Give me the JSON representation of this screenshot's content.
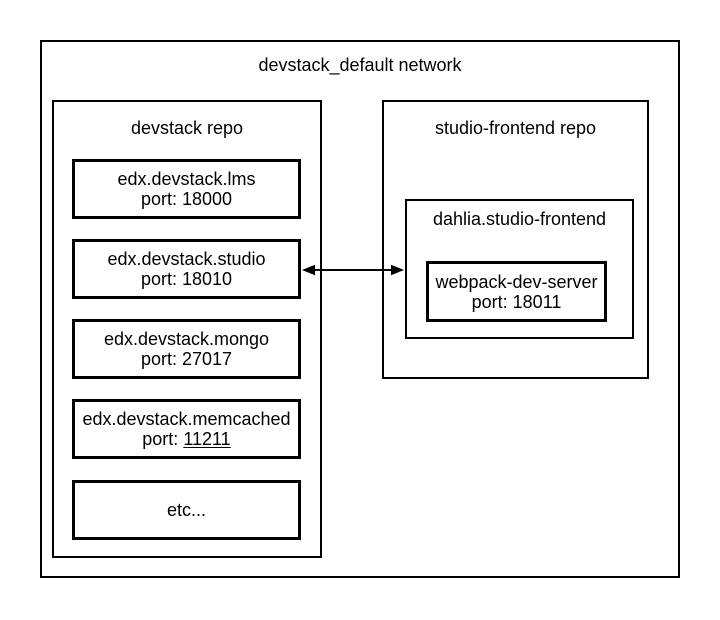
{
  "diagram": {
    "network": {
      "title": "devstack_default network"
    },
    "devstack_repo": {
      "label": "devstack repo",
      "services": [
        {
          "name": "edx.devstack.lms",
          "port_label": "port:",
          "port_value": "18000"
        },
        {
          "name": "edx.devstack.studio",
          "port_label": "port:",
          "port_value": "18010"
        },
        {
          "name": "edx.devstack.mongo",
          "port_label": "port:",
          "port_value": "27017"
        },
        {
          "name": "edx.devstack.memcached",
          "port_label": "port:",
          "port_value": "11211"
        },
        {
          "name": "etc..."
        }
      ]
    },
    "studio_frontend_repo": {
      "label": "studio-frontend repo",
      "container": {
        "label": "dahlia.studio-frontend",
        "service": {
          "name": "webpack-dev-server",
          "port_label": "port:",
          "port_value": "18011"
        }
      }
    },
    "connection": {
      "icon": "double-headed-arrow",
      "from": "edx.devstack.studio",
      "to": "dahlia.studio-frontend"
    },
    "colors": {
      "stroke": "#000000",
      "background": "#ffffff",
      "text": "#000000"
    }
  }
}
